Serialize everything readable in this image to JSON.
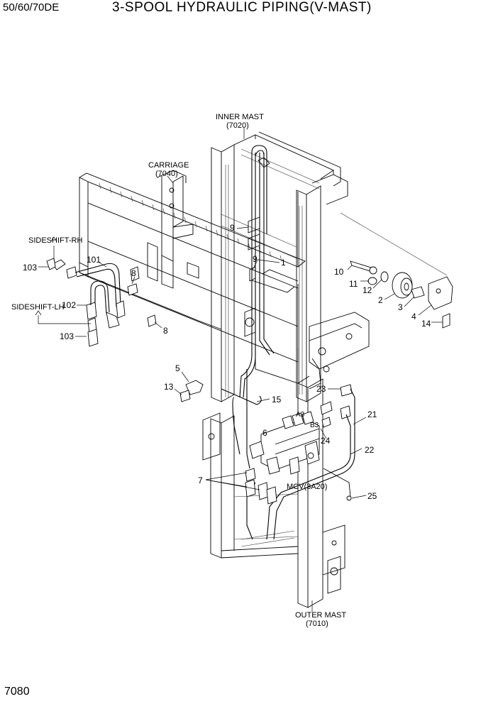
{
  "header": {
    "model": "50/60/70DE",
    "title": "3-SPOOL HYDRAULIC PIPING(V-MAST)"
  },
  "page_number": "7080",
  "assemblies": {
    "inner_mast": {
      "name": "INNER MAST",
      "code": "(7020)"
    },
    "carriage": {
      "name": "CARRIAGE",
      "code": "(7040)"
    },
    "outer_mast": {
      "name": "OUTER MAST",
      "code": "(7010)"
    },
    "sideshift_rh": "SIDESHIFT-RH",
    "sideshift_lh": "SIDESHIFT-LH",
    "mcv": "MCV(3A20)",
    "port_a3": "A3",
    "port_b3": "B3"
  },
  "callouts": {
    "c1": "1",
    "c2": "2",
    "c3": "3",
    "c4": "4",
    "c5": "5",
    "c6": "6",
    "c7": "7",
    "c8a": "8",
    "c8b": "8",
    "c9a": "9",
    "c9b": "9",
    "c10": "10",
    "c11": "11",
    "c12": "12",
    "c13": "13",
    "c14": "14",
    "c15": "15",
    "c21": "21",
    "c22": "22",
    "c23": "23",
    "c24": "24",
    "c25": "25",
    "c101": "101",
    "c102": "102",
    "c103a": "103",
    "c103b": "103"
  }
}
